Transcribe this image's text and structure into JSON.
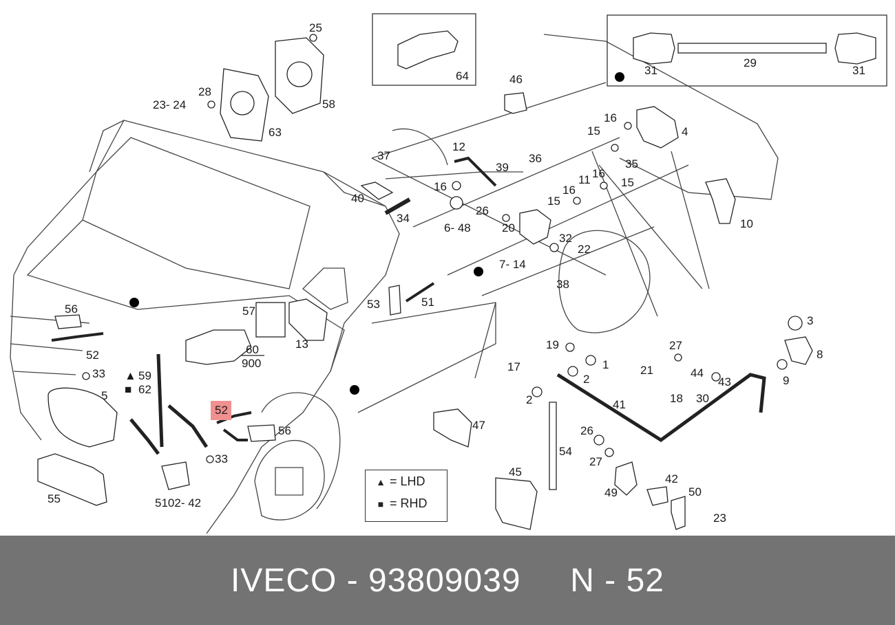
{
  "labels": {
    "l1": "1",
    "l2a": "2",
    "l2b": "2",
    "l3": "3",
    "l4": "4",
    "l5": "5",
    "l8": "8",
    "l9": "9",
    "l10": "10",
    "l12": "12",
    "l13": "13",
    "l15a": "15",
    "l15b": "15",
    "l15c": "15",
    "l16a": "16",
    "l16b": "16",
    "l16c": "16",
    "l16d": "16",
    "l11": "11",
    "l17": "17",
    "l18": "18",
    "l19": "19",
    "l20": "20",
    "l21": "21",
    "l22": "22",
    "l23a": "23- 24",
    "l23b": "23",
    "l25": "25",
    "l26a": "26",
    "l26b": "26",
    "l27a": "27",
    "l27b": "27",
    "l28": "28",
    "l29": "29",
    "l30": "30",
    "l31a": "31",
    "l31b": "31",
    "l32": "32",
    "l33a": "33",
    "l33b": "33",
    "l34": "34",
    "l35": "35",
    "l36": "36",
    "l37": "37",
    "l38": "38",
    "l39": "39",
    "l40": "40",
    "l41": "41",
    "l42": "42",
    "l43": "43",
    "l44": "44",
    "l45": "45",
    "l46": "46",
    "l47": "47",
    "l49": "49",
    "l50": "50",
    "l51": "51",
    "l52a": "52",
    "l52b": "52",
    "l53": "53",
    "l54": "54",
    "l55": "55",
    "l56a": "56",
    "l56b": "56",
    "l57": "57",
    "l58": "58",
    "l59": "59",
    "l60": "60",
    "l62": "62",
    "l63": "63",
    "l64": "64",
    "l648": "6- 48",
    "l714": "7- 14",
    "l900": "900",
    "l5102": "5102- 42"
  },
  "legend": {
    "lhd_symbol": "▲",
    "lhd_text": "=  LHD",
    "rhd_symbol": "■",
    "rhd_text": "=  RHD"
  },
  "footer": {
    "text": "IVECO - 93809039     N - 52"
  },
  "colors": {
    "highlight": "#f09090",
    "footer_bg": "#737373",
    "line": "#333333"
  }
}
